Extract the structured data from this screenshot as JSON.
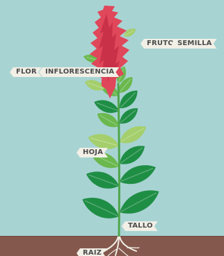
{
  "colors": {
    "sky": "#a8d3d3",
    "soil": "#84584d",
    "soil_line": "#6f473d",
    "inflorescence": "#e0475a",
    "inflorescence_dark": "#c93149",
    "leaf_dark": "#1f8e45",
    "leaf_light": "#6bb84e",
    "leaf_pale": "#a4cf6c",
    "stem": "#4ea64a",
    "root": "#f2efe6",
    "label_bg": "#f1efe6",
    "label_text": "#4b4b4b"
  },
  "icons": {
    "inflorescence": "amaranth-flower-spike-icon",
    "root": "root-icon"
  },
  "labels": {
    "fruto": "FRUTO",
    "semilla": "SEMILLA",
    "flor": "FLOR",
    "inflorescencia": "INFLORESCENCIA",
    "hoja": "HOJA",
    "tallo": "TALLO",
    "raiz": "RAIZ"
  }
}
